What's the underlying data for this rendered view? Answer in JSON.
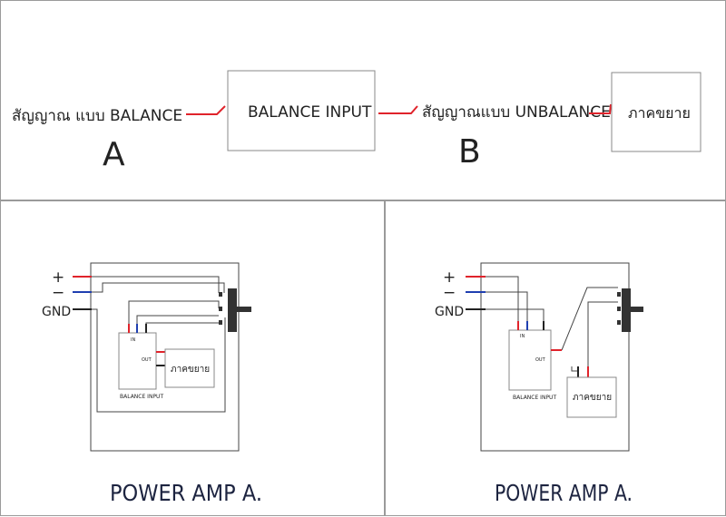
{
  "top": {
    "signal_balance_label": "สัญญาณ แบบ BALANCE",
    "point_a": "A",
    "balance_input_box": "BALANCE INPUT",
    "signal_unbalance_label": "สัญญาณแบบ UNBALANCE",
    "point_b": "B",
    "amp_box": "ภาคขยาย"
  },
  "left_diagram": {
    "plus": "+",
    "minus": "−",
    "gnd": "GND",
    "in_label": "IN",
    "out_label": "OUT",
    "module_label": "BALANCE INPUT",
    "amp_label": "ภาคขยาย",
    "caption": "POWER AMP A."
  },
  "right_diagram": {
    "plus": "+",
    "minus": "−",
    "gnd": "GND",
    "in_label": "IN",
    "out_label": "OUT",
    "module_label": "BALANCE INPUT",
    "amp_label": "ภาคขยาย",
    "caption": "POWER AMP A."
  },
  "colors": {
    "positive_wire": "#e0232b",
    "negative_wire": "#1f3fb0",
    "ground_wire": "#222222",
    "panel_border": "#9a9a9a",
    "caption": "#1d2440"
  }
}
